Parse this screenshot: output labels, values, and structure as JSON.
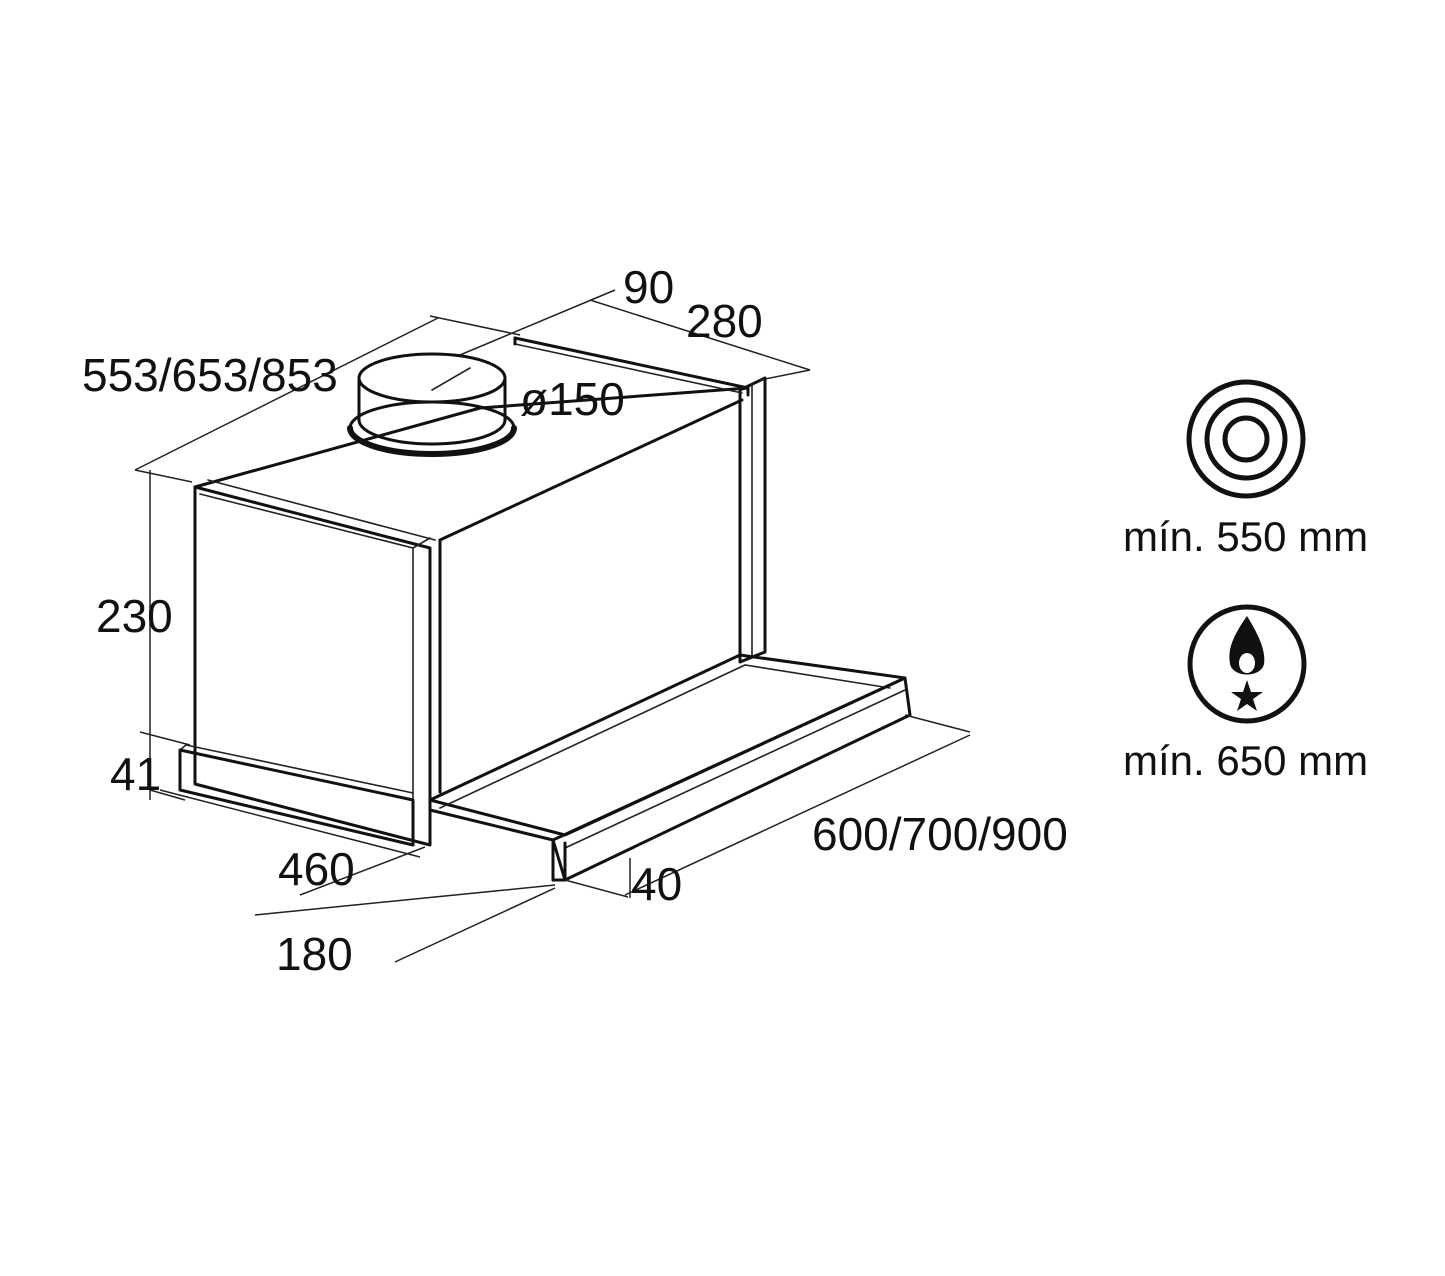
{
  "dimensions": {
    "depth_top": "90",
    "depth_280": "280",
    "width_total": "553/653/853",
    "duct_diameter": "ø150",
    "height_body": "230",
    "height_base": "41",
    "depth_460": "460",
    "depth_180": "180",
    "width_front": "600/700/900",
    "front_panel": "40"
  },
  "clearances": {
    "electric": {
      "label": "mín. 550 mm",
      "icon": "electric-hob-icon"
    },
    "gas": {
      "label": "mín. 650 mm",
      "icon": "gas-hob-icon"
    }
  },
  "colors": {
    "line": "#111111",
    "background": "#ffffff"
  }
}
